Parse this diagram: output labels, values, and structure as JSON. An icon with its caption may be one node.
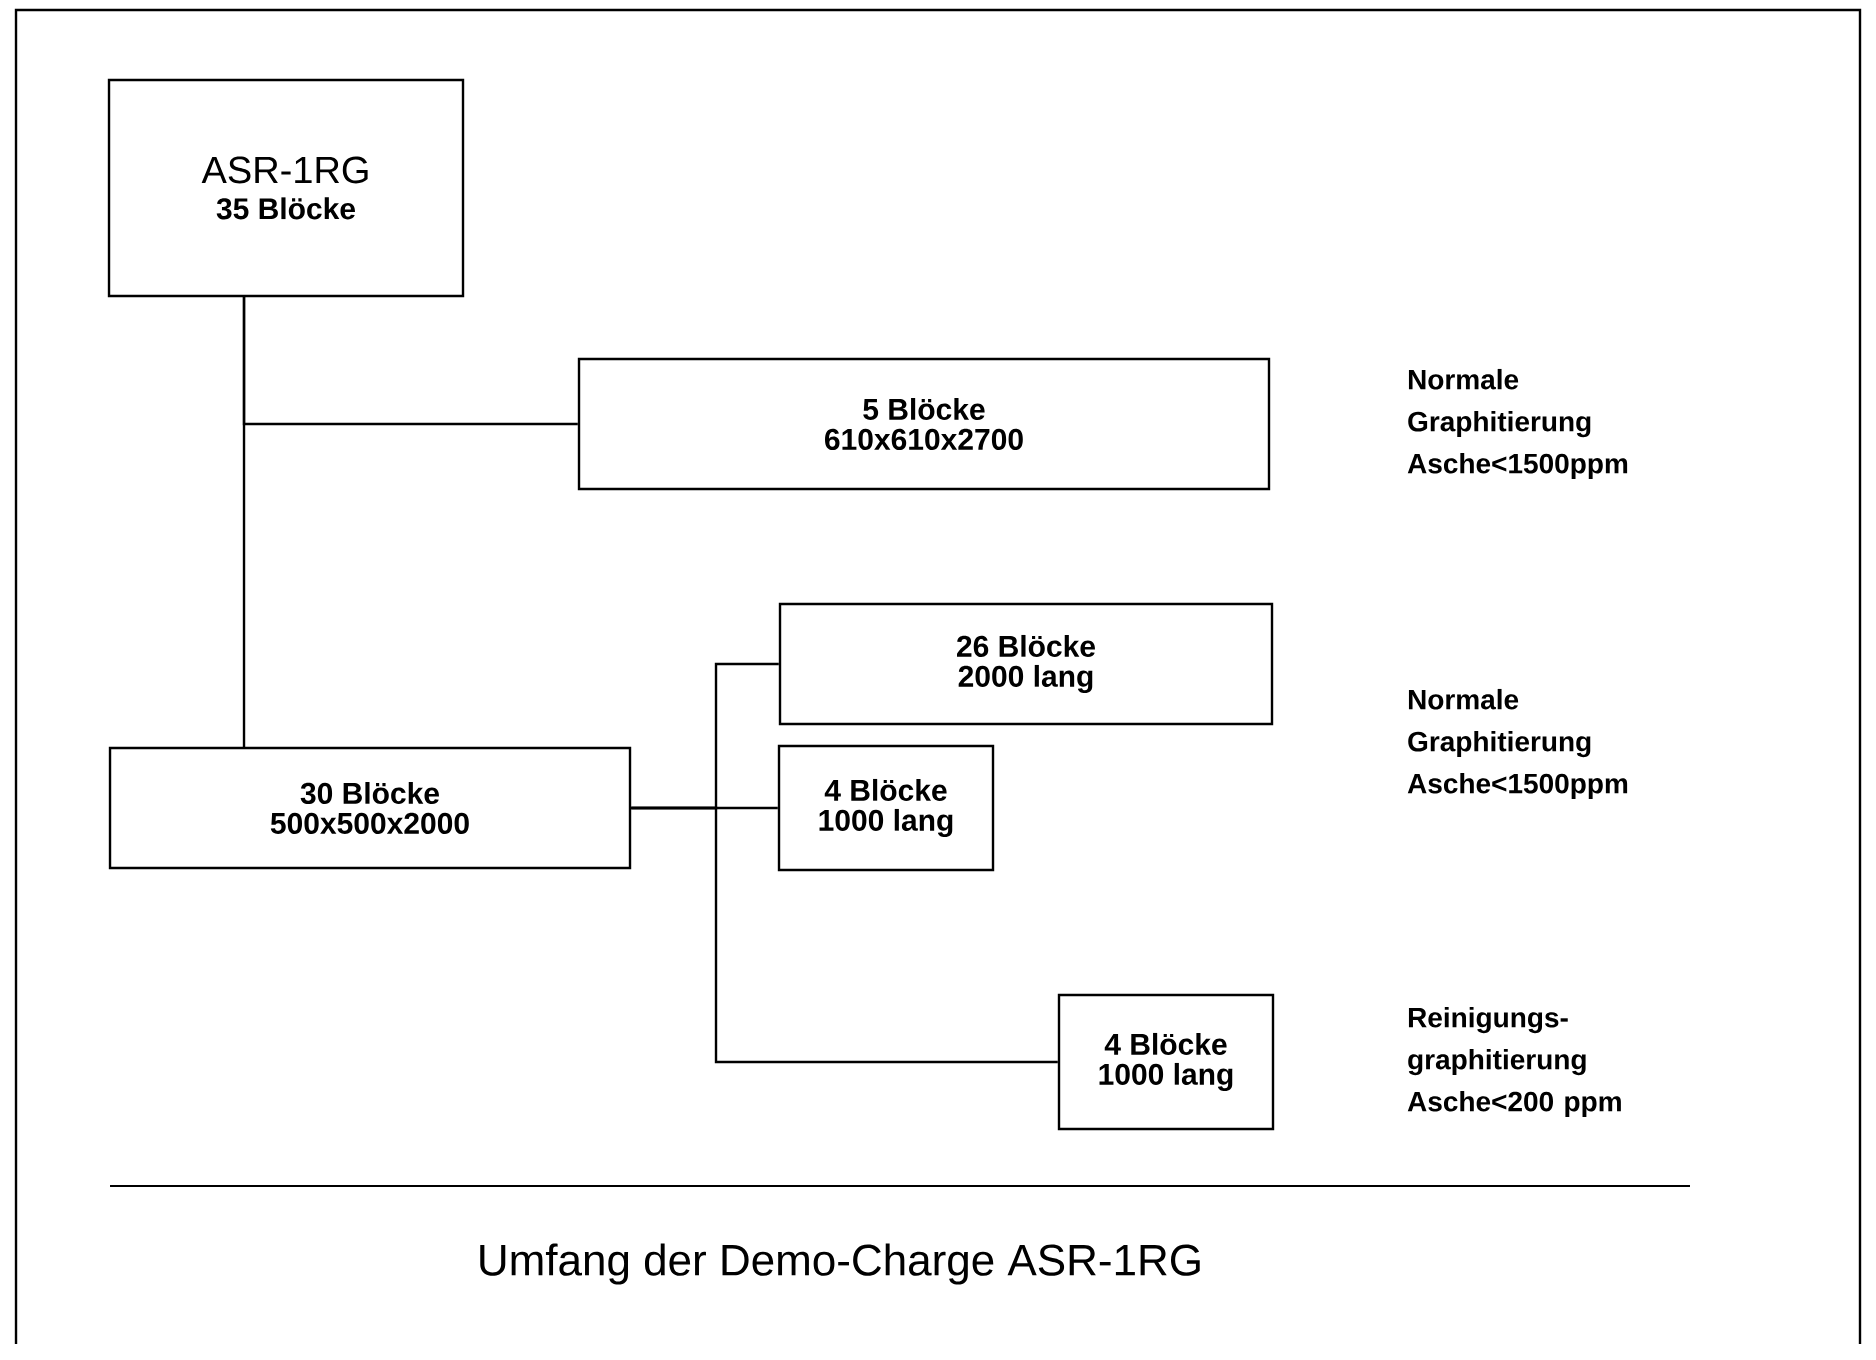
{
  "diagram": {
    "caption": "Umfang der Demo-Charge ASR-1RG",
    "nodes": [
      {
        "text": [
          "ASR-1RG",
          "35 Blöcke"
        ]
      },
      {
        "text": [
          "5 Blöcke",
          "610x610x2700"
        ]
      },
      {
        "text": [
          "26 Blöcke",
          "2000 lang"
        ]
      },
      {
        "text": [
          "30 Blöcke",
          "500x500x2000"
        ]
      },
      {
        "text": [
          "4 Blöcke",
          "1000 lang"
        ]
      },
      {
        "text": [
          "4 Blöcke",
          "1000 lang"
        ]
      }
    ],
    "edges": [
      {
        "from": 0,
        "to": 1,
        "arrow": "none"
      },
      {
        "from": 0,
        "to": 3,
        "arrow": "none"
      },
      {
        "from": 3,
        "to": 2,
        "arrow": "none"
      },
      {
        "from": 3,
        "to": 4,
        "arrow": "none"
      },
      {
        "from": 3,
        "to": 5,
        "arrow": "none"
      }
    ],
    "labels": [
      "Normale Graphitierung Asche<1500ppm",
      "Normale Graphitierung Asche<1500ppm",
      "Reinigungs- graphitierung Asche<200 ppm"
    ]
  }
}
